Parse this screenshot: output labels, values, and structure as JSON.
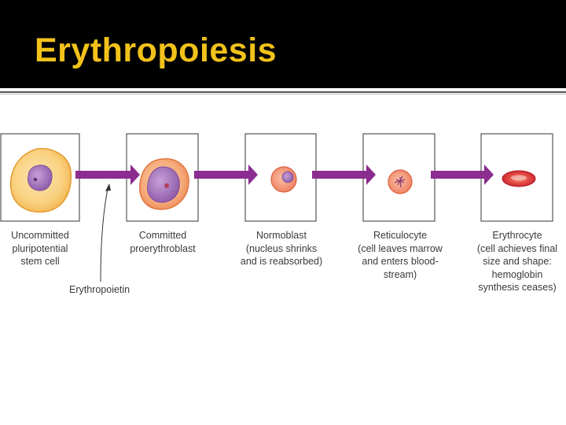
{
  "slide": {
    "title": "Erythropoiesis"
  },
  "stages": [
    {
      "lines": [
        "Uncommitted",
        "pluripotential",
        "stem cell"
      ]
    },
    {
      "lines": [
        "Committed",
        "proerythroblast"
      ]
    },
    {
      "lines": [
        "Normoblast",
        "(nucleus shrinks",
        "and is reabsorbed)"
      ]
    },
    {
      "lines": [
        "Reticulocyte",
        "(cell leaves marrow",
        "and enters blood-",
        "stream)"
      ]
    },
    {
      "lines": [
        "Erythrocyte",
        "(cell achieves final",
        "size and shape:",
        "hemoglobin",
        "synthesis ceases)"
      ]
    }
  ],
  "stimulus": {
    "label": "Erythropoietin"
  },
  "colors": {
    "title": "#f2c21b",
    "arrow": "#8b2c8f",
    "stem_cell": "#f7c56b",
    "rbc": "#e23b3b"
  }
}
